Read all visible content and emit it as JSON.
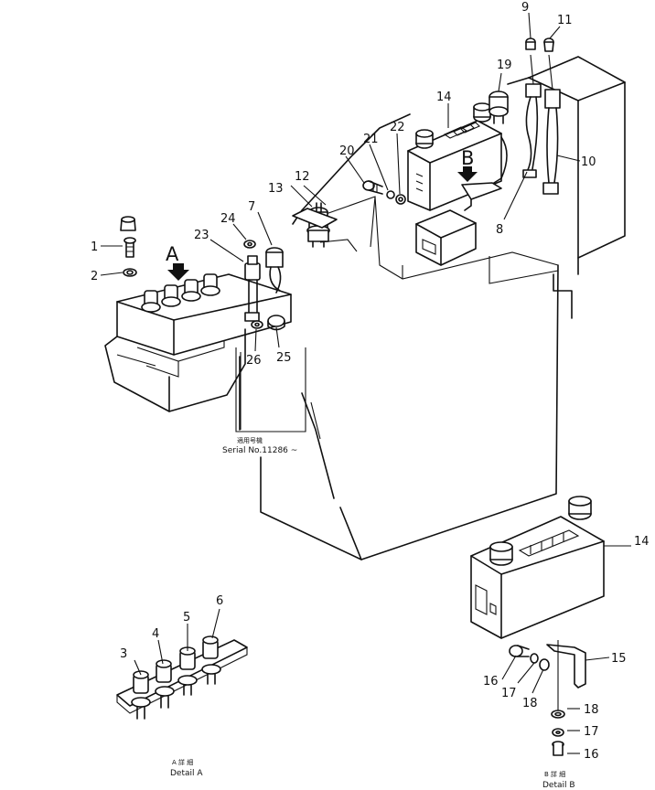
{
  "callouts": {
    "n1": "1",
    "n2": "2",
    "n3": "3",
    "n4": "4",
    "n5": "5",
    "n6": "6",
    "n7": "7",
    "n8": "8",
    "n9": "9",
    "n10": "10",
    "n11": "11",
    "n12": "12",
    "n13": "13",
    "n14": "14",
    "n14b": "14",
    "n15": "15",
    "n16": "16",
    "n16b": "16",
    "n17": "17",
    "n17b": "17",
    "n18": "18",
    "n18b": "18",
    "n19": "19",
    "n20": "20",
    "n21": "21",
    "n22": "22",
    "n23": "23",
    "n24": "24",
    "n25": "25",
    "n26": "26"
  },
  "view_markers": {
    "a": "A",
    "b": "B"
  },
  "serial_note": {
    "jp": "適用号機",
    "en": "Serial No.11286 ~"
  },
  "detail_a": {
    "jp": "A 詳 細",
    "en": "Detail A"
  },
  "detail_b": {
    "jp": "B 詳 細",
    "en": "Detail B"
  }
}
